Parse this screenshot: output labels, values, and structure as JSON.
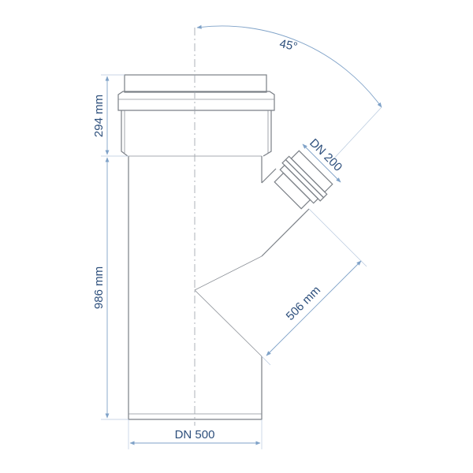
{
  "drawing": {
    "angle_label": "45°",
    "branch_size_label": "DN 200",
    "top_height_label": "294 mm",
    "body_height_label": "986 mm",
    "branch_length_label": "506 mm",
    "main_size_label": "DN 500"
  },
  "colors": {
    "outline": "#7a7f86",
    "dimension": "#7fa2c8",
    "label": "#2d4f7c"
  }
}
